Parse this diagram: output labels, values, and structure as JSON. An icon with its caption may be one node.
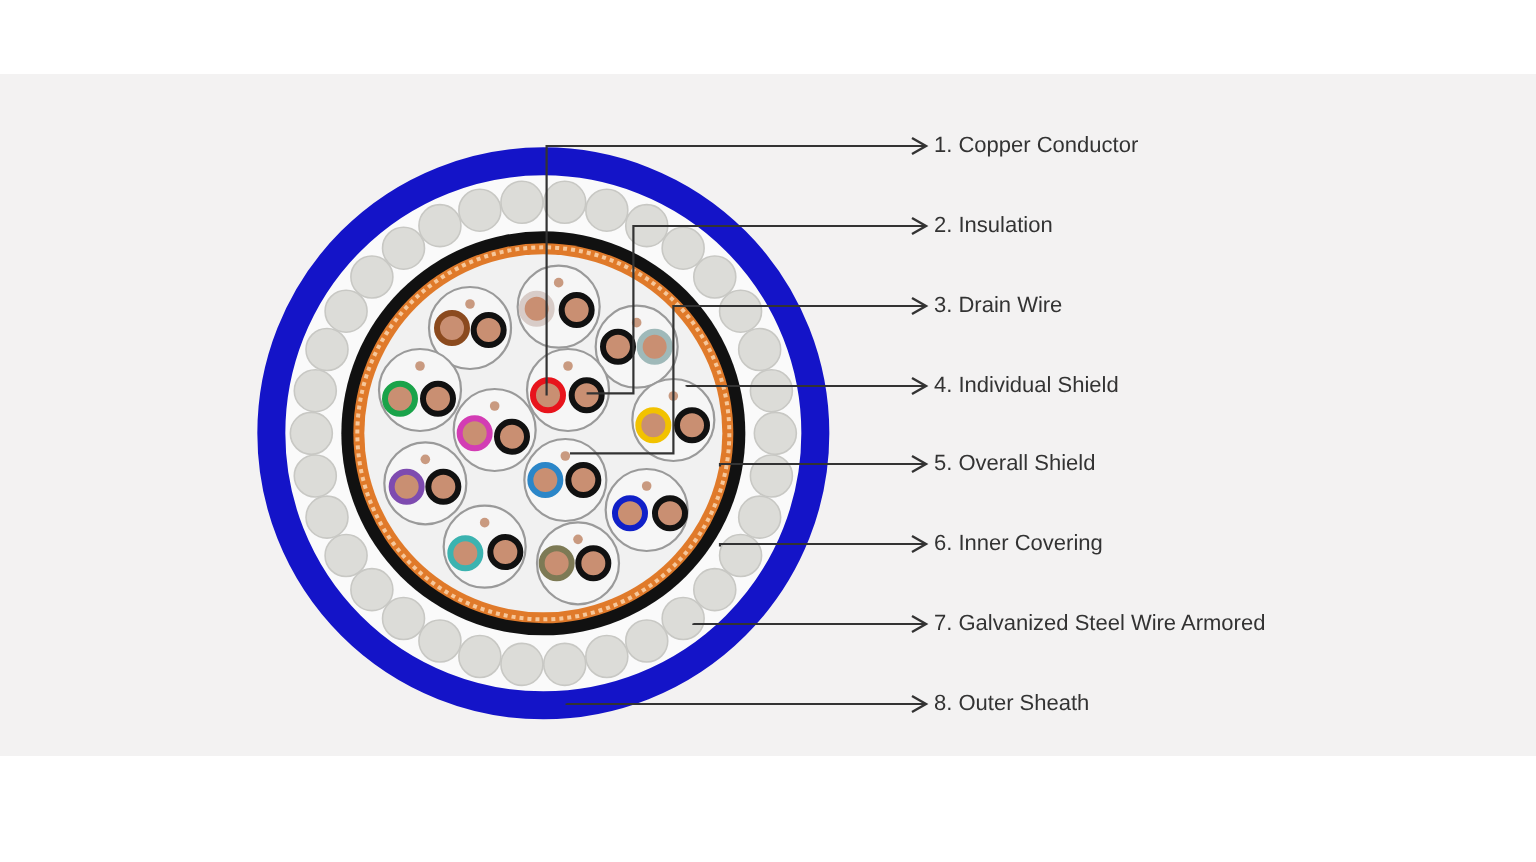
{
  "diagram": {
    "nodes": [
      {
        "text": [
          "1. Copper Conductor"
        ]
      },
      {
        "text": [
          "2. Insulation"
        ]
      },
      {
        "text": [
          "3. Drain Wire"
        ]
      },
      {
        "text": [
          "4. Individual Shield"
        ]
      },
      {
        "text": [
          "5. Overall Shield"
        ]
      },
      {
        "text": [
          "6. Inner Covering"
        ]
      },
      {
        "text": [
          "7. Galvanized Steel Wire Armored"
        ]
      },
      {
        "text": [
          "8. Outer Sheath"
        ]
      }
    ],
    "edges": [
      {
        "from": null,
        "to": 0,
        "arrow": "to"
      },
      {
        "from": null,
        "to": 1,
        "arrow": "to"
      },
      {
        "from": null,
        "to": 2,
        "arrow": "to"
      },
      {
        "from": null,
        "to": 3,
        "arrow": "to"
      },
      {
        "from": null,
        "to": 4,
        "arrow": "to"
      },
      {
        "from": null,
        "to": 5,
        "arrow": "to"
      },
      {
        "from": null,
        "to": 6,
        "arrow": "to"
      },
      {
        "from": null,
        "to": 7,
        "arrow": "to"
      }
    ]
  }
}
